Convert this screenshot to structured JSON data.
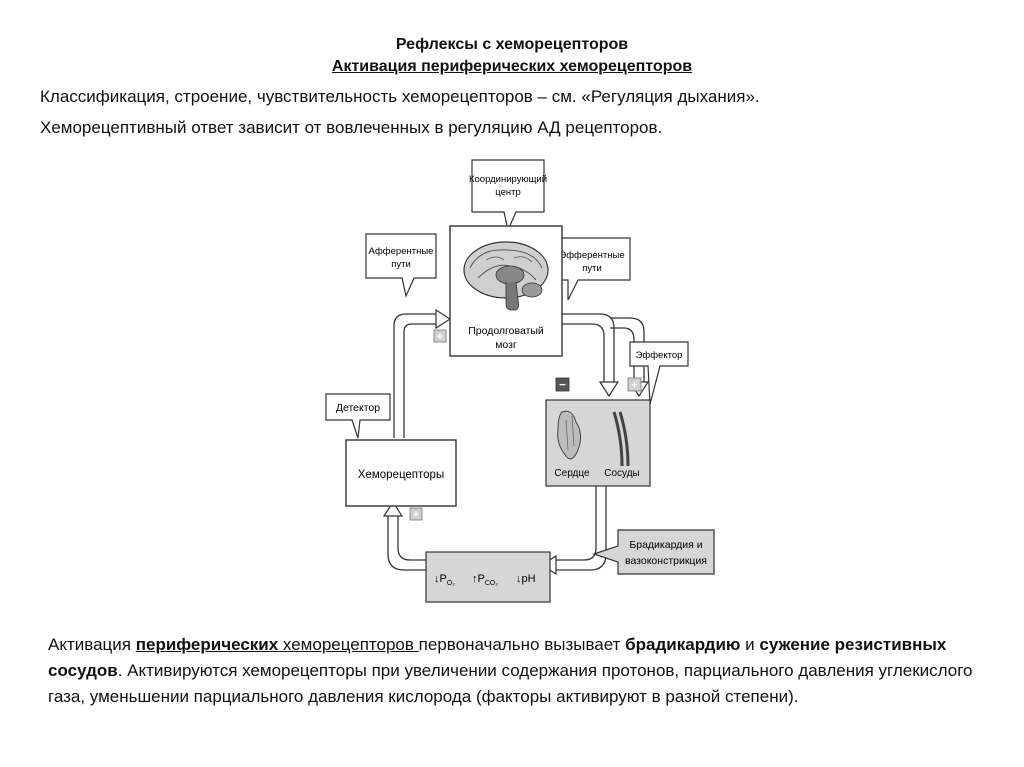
{
  "header": {
    "title": "Рефлексы с хеморецепторов",
    "subtitle": "Активация периферических хеморецепторов"
  },
  "intro": {
    "line1": "Классификация, строение, чувствительность хеморецепторов – см. «Регуляция дыхания».",
    "line2": "Хеморецептивный ответ зависит от вовлеченных в регуляцию АД рецепторов."
  },
  "diagram": {
    "coord_center": {
      "line1": "Координирующий",
      "line2": "центр"
    },
    "afferent": {
      "line1": "Афферентные",
      "line2": "пути"
    },
    "efferent": {
      "line1": "Эфферентные",
      "line2": "пути"
    },
    "medulla": {
      "line1": "Продолговатый",
      "line2": "мозг"
    },
    "effector": "Эффектор",
    "detector": "Детектор",
    "chemoreceptors": "Хеморецепторы",
    "heart": "Сердце",
    "vessels": "Сосуды",
    "result": {
      "line1": "Брадикардия и",
      "line2": "вазоконстрикция"
    },
    "stimuli": {
      "po2_prefix": "↓P",
      "po2_sub": "O₂",
      "pco2_prefix": "↑P",
      "pco2_sub": "CO₂",
      "ph": "↓pH"
    },
    "signs": {
      "plus": "+",
      "minus": "−"
    }
  },
  "bottom": {
    "p1": "Активация ",
    "p2": "периферических",
    "p3": " хеморецепторов ",
    "p4": "первоначально вызывает ",
    "p5": "брадикардию",
    "p6": " и ",
    "p7": "сужение резистивных сосудов",
    "p8": ". Активируются хеморецепторы при увеличении содержания протонов, парциального давления углекислого газа, уменьшении парциального давления кислорода (факторы активируют в разной степени)."
  }
}
